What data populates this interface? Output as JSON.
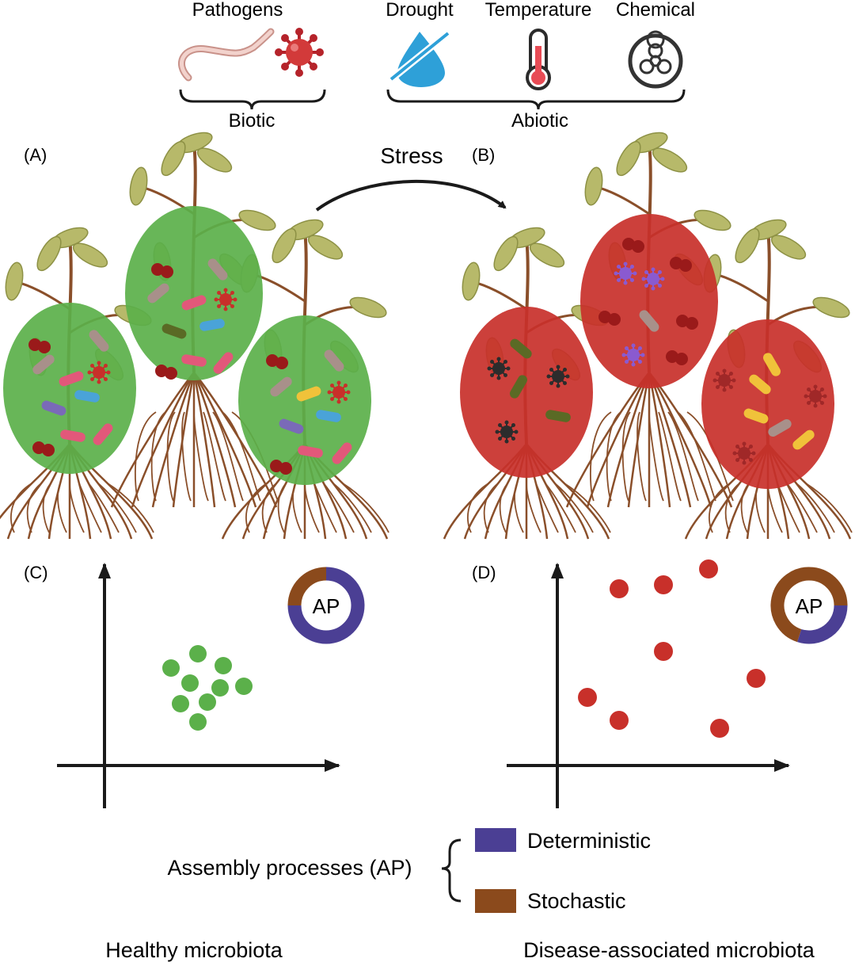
{
  "stressors": {
    "pathogens_label": "Pathogens",
    "drought_label": "Drought",
    "temperature_label": "Temperature",
    "chemical_label": "Chemical",
    "biotic_label": "Biotic",
    "abiotic_label": "Abiotic"
  },
  "panels": {
    "a_label": "(A)",
    "b_label": "(B)",
    "c_label": "(C)",
    "d_label": "(D)",
    "stress_label": "Stress"
  },
  "donut_c": {
    "label": "AP",
    "deterministic_fraction": 0.75,
    "stochastic_fraction": 0.25
  },
  "donut_d": {
    "label": "AP",
    "deterministic_fraction": 0.3,
    "stochastic_fraction": 0.7
  },
  "legend": {
    "title": "Assembly processes (AP)",
    "items": [
      {
        "label": "Deterministic",
        "color": "#4b3f94"
      },
      {
        "label": "Stochastic",
        "color": "#8b4a1c"
      }
    ]
  },
  "captions": {
    "healthy": "Healthy microbiota",
    "disease": "Disease-associated microbiota"
  },
  "colors": {
    "healthy_green": "#5bb04a",
    "disease_red": "#c8302a",
    "deterministic": "#4b3f94",
    "stochastic": "#8b4a1c"
  }
}
